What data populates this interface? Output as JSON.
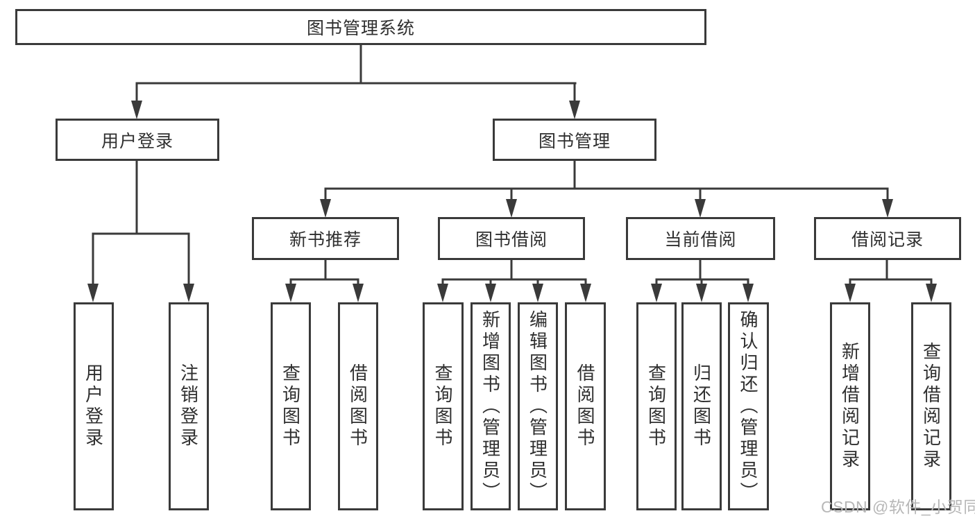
{
  "diagram": {
    "root": {
      "label": "图书管理系统"
    },
    "children": [
      {
        "label": "用户登录",
        "children": [
          {
            "label": "用户登录"
          },
          {
            "label": "注销登录"
          }
        ]
      },
      {
        "label": "图书管理",
        "children": [
          {
            "label": "新书推荐",
            "children": [
              {
                "label": "查询图书"
              },
              {
                "label": "借阅图书"
              }
            ]
          },
          {
            "label": "图书借阅",
            "children": [
              {
                "label": "查询图书"
              },
              {
                "label": "新增图书（管理员）"
              },
              {
                "label": "编辑图书（管理员）"
              },
              {
                "label": "借阅图书"
              }
            ]
          },
          {
            "label": "当前借阅",
            "children": [
              {
                "label": "查询图书"
              },
              {
                "label": "归还图书"
              },
              {
                "label": "确认归还（管理员）"
              }
            ]
          },
          {
            "label": "借阅记录",
            "children": [
              {
                "label": "新增借阅记录"
              },
              {
                "label": "查询借阅记录"
              }
            ]
          }
        ]
      }
    ]
  },
  "watermark": "CSDN @软件_小贺同学",
  "colors": {
    "line": "#3a3a3a",
    "border": "#3a3a3a",
    "text": "#2f2f2f",
    "watermark": "#b7b7b7",
    "background": "#ffffff"
  }
}
